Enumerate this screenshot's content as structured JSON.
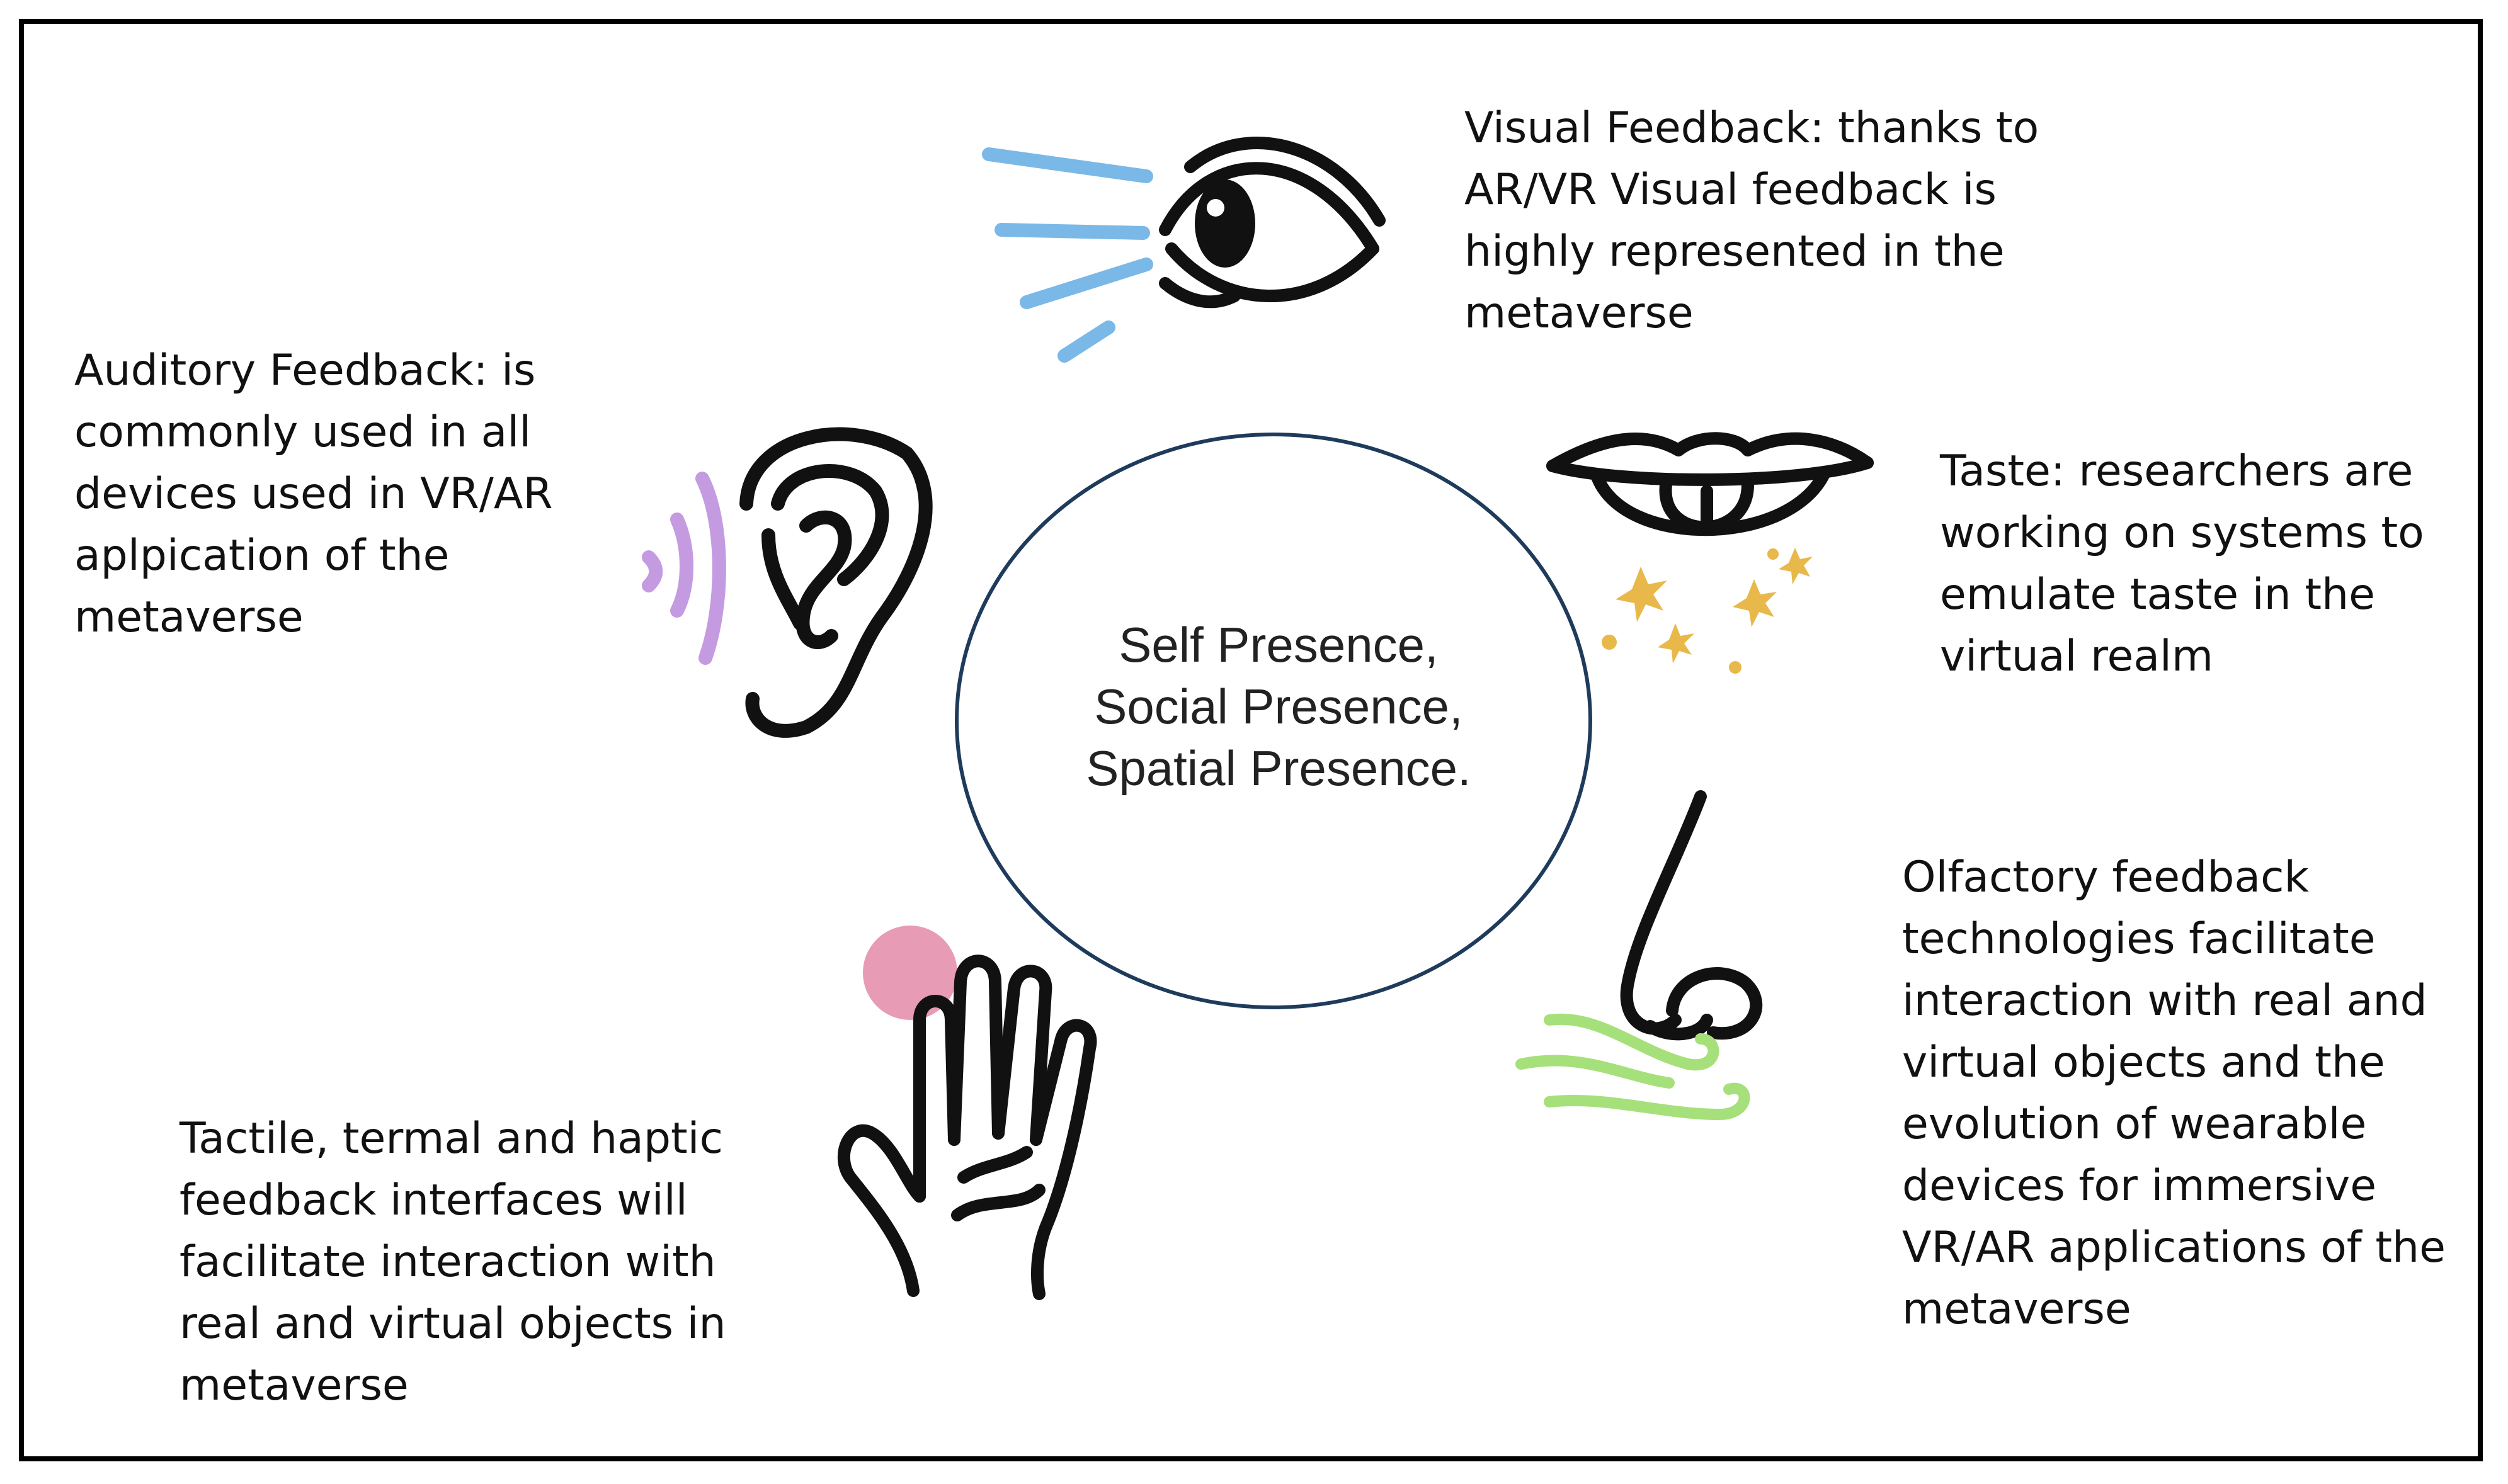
{
  "center": {
    "lines": [
      "Self Presence,",
      "Social Presence,",
      "Spatial Presence."
    ]
  },
  "labels": {
    "visual": "Visual Feedback: thanks to\nAR/VR Visual feedback is\nhighly represented in the\nmetaverse",
    "auditory": "Auditory Feedback: is\ncommonly used in all\ndevices  used in VR/AR\naplpication of the\nmetaverse",
    "taste": "Taste: researchers are\nworking on systems to\nemulate taste in the\nvirtual realm",
    "olfactory": "Olfactory feedback\ntechnologies facilitate\ninteraction with real and\nvirtual objects and the\nevolution of wearable\ndevices for immersive\nVR/AR applications of the\nmetaverse",
    "tactile": "Tactile, termal and haptic\nfeedback interfaces will\nfacilitate interaction with\nreal and virtual objects in\nmetaverse"
  },
  "icons": {
    "eye": "eye-icon",
    "ear": "ear-icon",
    "mouth": "mouth-icon",
    "nose": "nose-icon",
    "hand": "hand-icon"
  },
  "colors": {
    "circle_stroke": "#1f3b5c",
    "eye_rays": "#7ab8e8",
    "sound_waves": "#c49be0",
    "taste_sparks": "#e8b84a",
    "smell_waves": "#a6e07a",
    "touch_dot": "#e38aa8"
  }
}
